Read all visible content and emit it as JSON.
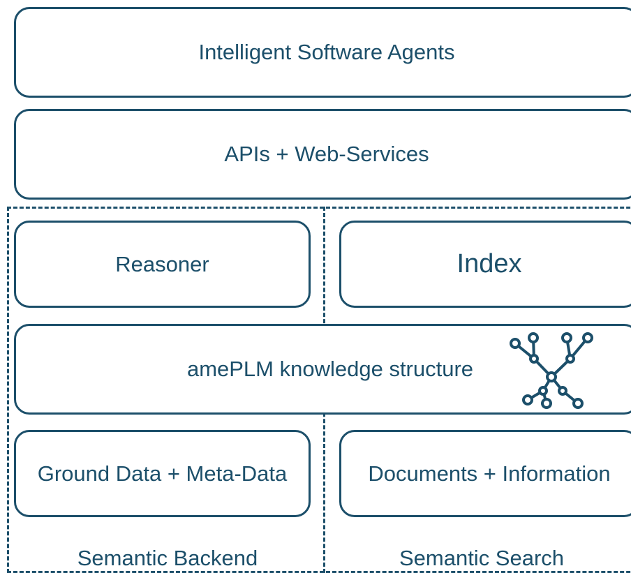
{
  "layers": {
    "agents": "Intelligent Software Agents",
    "apis": "APIs + Web-Services",
    "reasoner": "Reasoner",
    "index": "Index",
    "knowledge": "amePLM knowledge structure",
    "ground_data": "Ground Data + Meta-Data",
    "documents": "Documents + Information"
  },
  "sections": {
    "backend": "Semantic Backend",
    "search": "Semantic Search"
  },
  "icons": {
    "knowledge": "network-graph-icon"
  },
  "colors": {
    "primary": "#1c4f6a",
    "background": "#ffffff"
  }
}
